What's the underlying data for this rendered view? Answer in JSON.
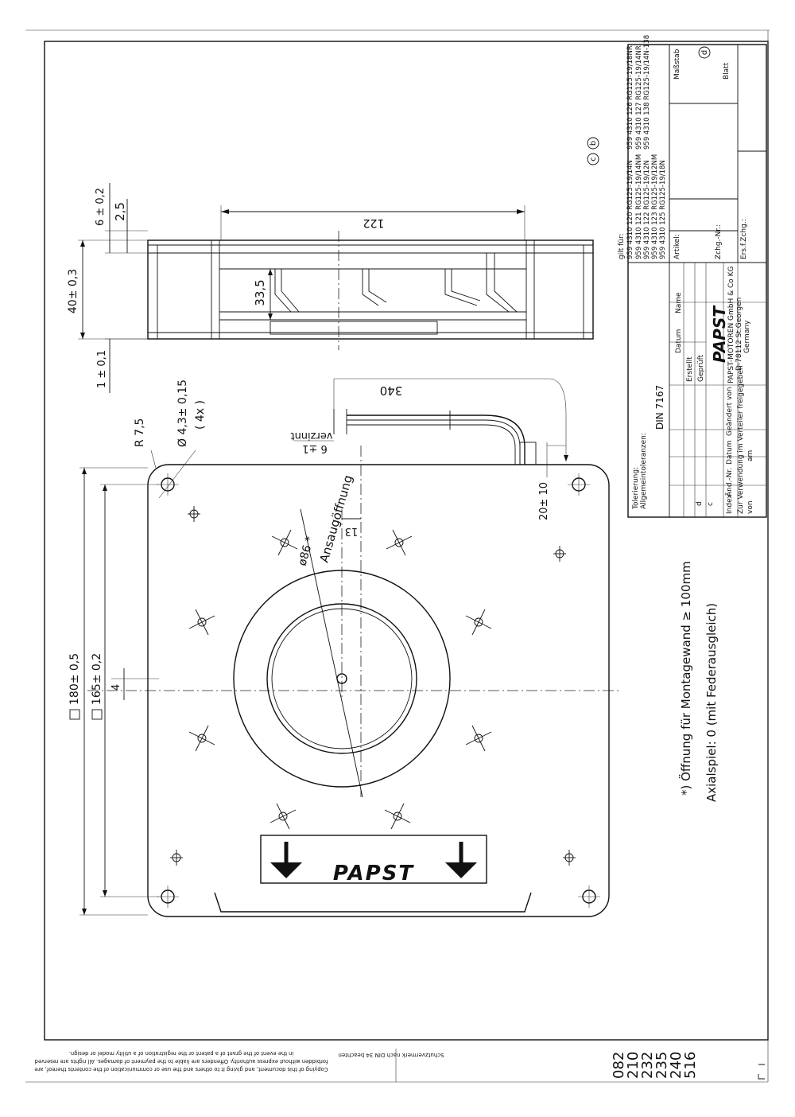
{
  "dimensions": {
    "width_122": "122",
    "height_40": "40± 0,3",
    "height_33_5": "33,5",
    "dim_6": "6 ± 0,2",
    "dim_2_5": "2,5",
    "dim_1": "1 ± 0,1",
    "radius": "R 7,5",
    "hole_diameter": "Ø 4,3± 0,15",
    "hole_count": "( 4x )",
    "square_180": "180± 0,5",
    "square_165": "165± 0,2",
    "dim_4": "4",
    "dim_13": "13",
    "dim_20": "20± 10",
    "cable_length": "340",
    "dim_6_1": "6 ±1",
    "tinned": "verzinnt",
    "inlet_diameter": "ø86 *",
    "inlet_label": "Ansaugöffnung"
  },
  "notes": {
    "opening": "*) Öffnung für Montagewand ≥ 100mm",
    "axial_play": "Axialspiel: 0 (mit Federausgleich)"
  },
  "revision_marks": [
    "c",
    "b",
    "d"
  ],
  "logo_text": "PAPST",
  "title_block": {
    "valid_for": "gilt für:",
    "parts_col1": [
      "959 4310 120  RG125-19/14N",
      "959 4310 121  RG125-19/14NM",
      "959 4310 122  RG125-19/12N",
      "959 4310 123  RG125-19/12NM",
      "959 4310 125  RG125-19/18N"
    ],
    "parts_col2": [
      "959 4310 126  RG125-19/18NR",
      "959 4310 127  RG125-19/14NR",
      "959 4310 138  RG125-19/14N-138"
    ],
    "scale_label": "Maßstab",
    "article_label": "Artikel:",
    "sheet_label": "Blatt",
    "drawing_no_label": "Zchg.-Nr.:",
    "replacement_label": "Ers.f.Zchg.:",
    "tolerance_label": "Tolerierung:",
    "general_tolerance": "Allgemeintoleranzen:",
    "din": "DIN 7167",
    "date_label": "Datum",
    "name_label": "Name",
    "created_label": "Erstellt",
    "checked_label": "Geprüft",
    "index_label": "Index",
    "change_no_label": "Änd.-Nr.",
    "changed_by_label": "Geändert von",
    "release_line": "Zur Verwendung im Verteiler freigegeben",
    "from_label": "von",
    "on_label": "am",
    "company_logo": "PAPST",
    "company_line1": "PAPST-MOTOREN GmbH & Co KG",
    "company_line2": "D-78112 St.Georgen",
    "company_line3": "Germany",
    "index_rows": [
      "c",
      "d"
    ]
  },
  "footer": {
    "copyright_line1": "Copying of this document, and giving it to others and the use or communication of the contents thereof, are",
    "copyright_line2": "forbidden without express authority. Offenders are liable to the payment of damages. All rights are reserved",
    "copyright_line3": "in the event of the grant of a patent or the registration of a utility model or design.",
    "protection_note": "Schutzvermerk nach DIN 34 beachten",
    "codes": [
      "082",
      "210",
      "232",
      "235",
      "240",
      "516"
    ]
  }
}
